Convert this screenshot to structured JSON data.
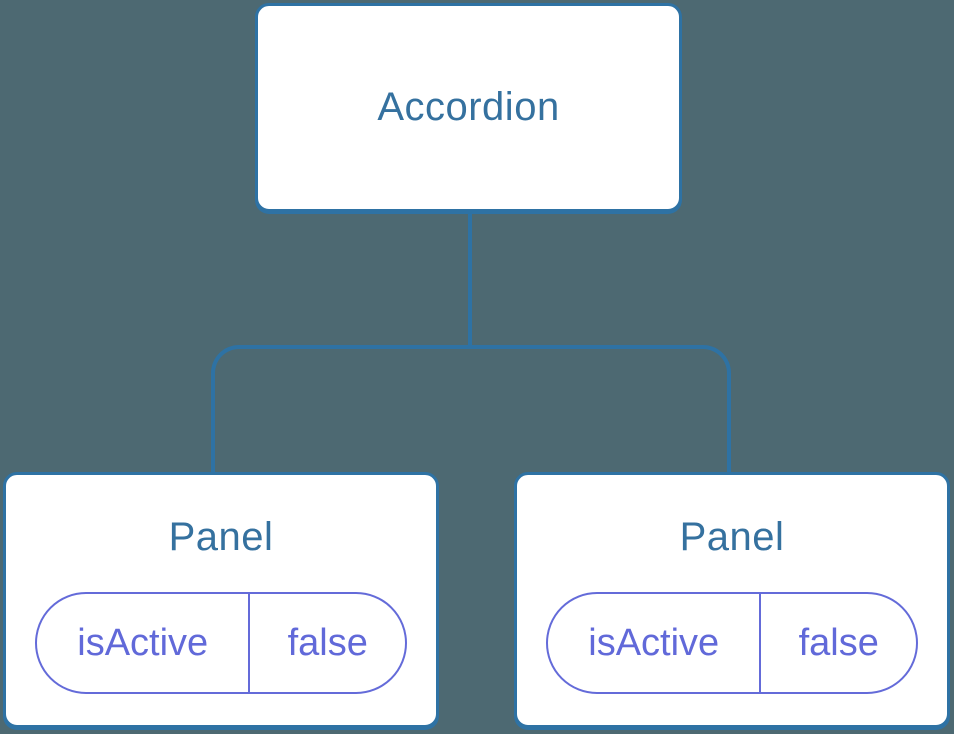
{
  "diagram": {
    "root": {
      "label": "Accordion"
    },
    "children": [
      {
        "label": "Panel",
        "state": {
          "key": "isActive",
          "value": "false"
        }
      },
      {
        "label": "Panel",
        "state": {
          "key": "isActive",
          "value": "false"
        }
      }
    ]
  },
  "colors": {
    "background": "#4D6972",
    "line": "#2E72A4",
    "node_fill": "#FFFFFF",
    "title_text": "#35719F",
    "state_text": "#6169D9",
    "state_border": "#646BD9"
  }
}
